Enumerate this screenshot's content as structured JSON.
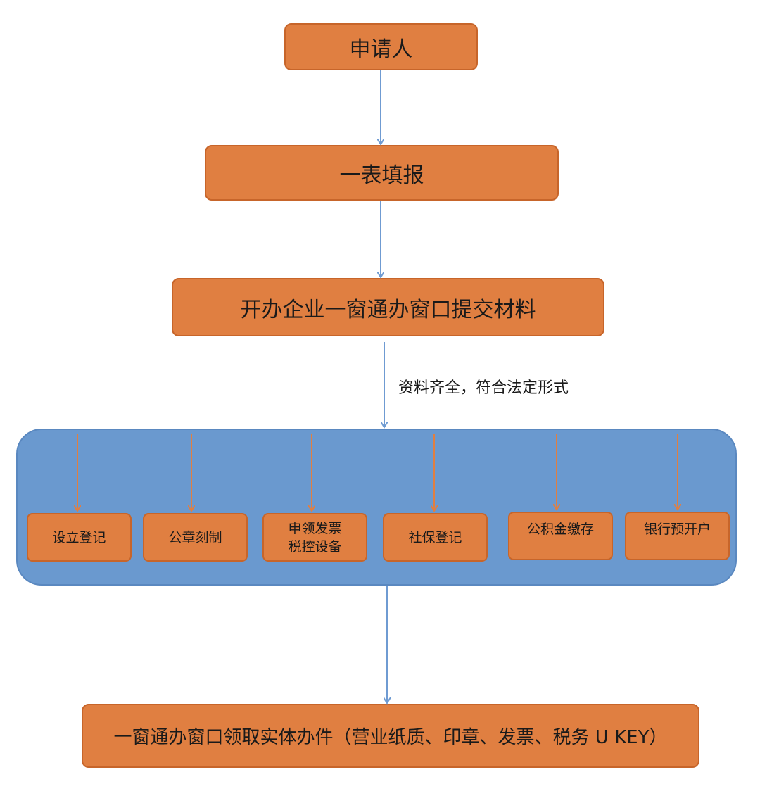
{
  "steps": {
    "applicant": "申请人",
    "form": "一表填报",
    "submit": "开办企业一窗通办窗口提交材料",
    "condition": "资料齐全，符合法定形式",
    "final": "一窗通办窗口领取实体办件（营业纸质、印章、发票、税务 U KEY）"
  },
  "parallel": [
    {
      "line1": "设立登记",
      "line2": ""
    },
    {
      "line1": "公章刻制",
      "line2": ""
    },
    {
      "line1": "申领发票",
      "line2": "税控设备"
    },
    {
      "line1": "社保登记",
      "line2": ""
    },
    {
      "line1": "公积金缴存",
      "line2": ""
    },
    {
      "line1": "银行预开户",
      "line2": ""
    }
  ],
  "colors": {
    "box": "#E07F41",
    "panel": "#6A99CF",
    "blue_arrow": "#6F9BD2",
    "orange_arrow": "#E07F41"
  }
}
